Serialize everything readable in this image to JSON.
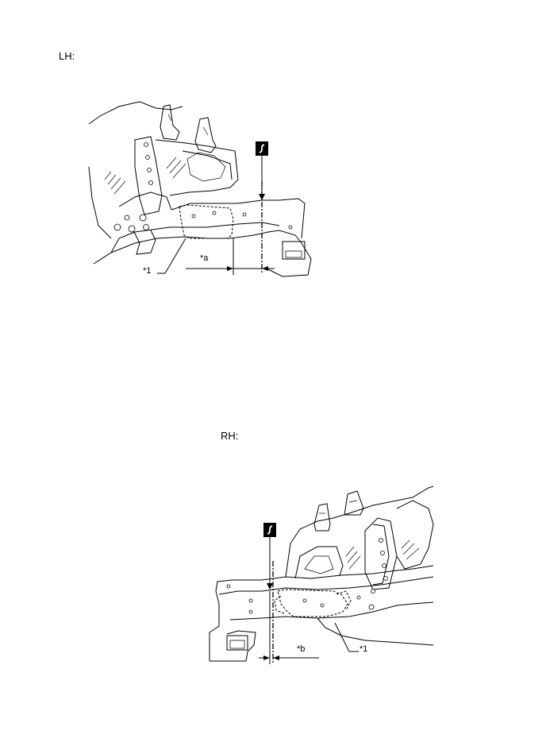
{
  "labels": {
    "lh": "LH:",
    "rh": "RH:",
    "lh_part": "*1",
    "lh_dim": "*a",
    "rh_part": "*1",
    "rh_dim": "*b"
  },
  "icons": {
    "cut_symbol": "saw-cut-icon"
  }
}
